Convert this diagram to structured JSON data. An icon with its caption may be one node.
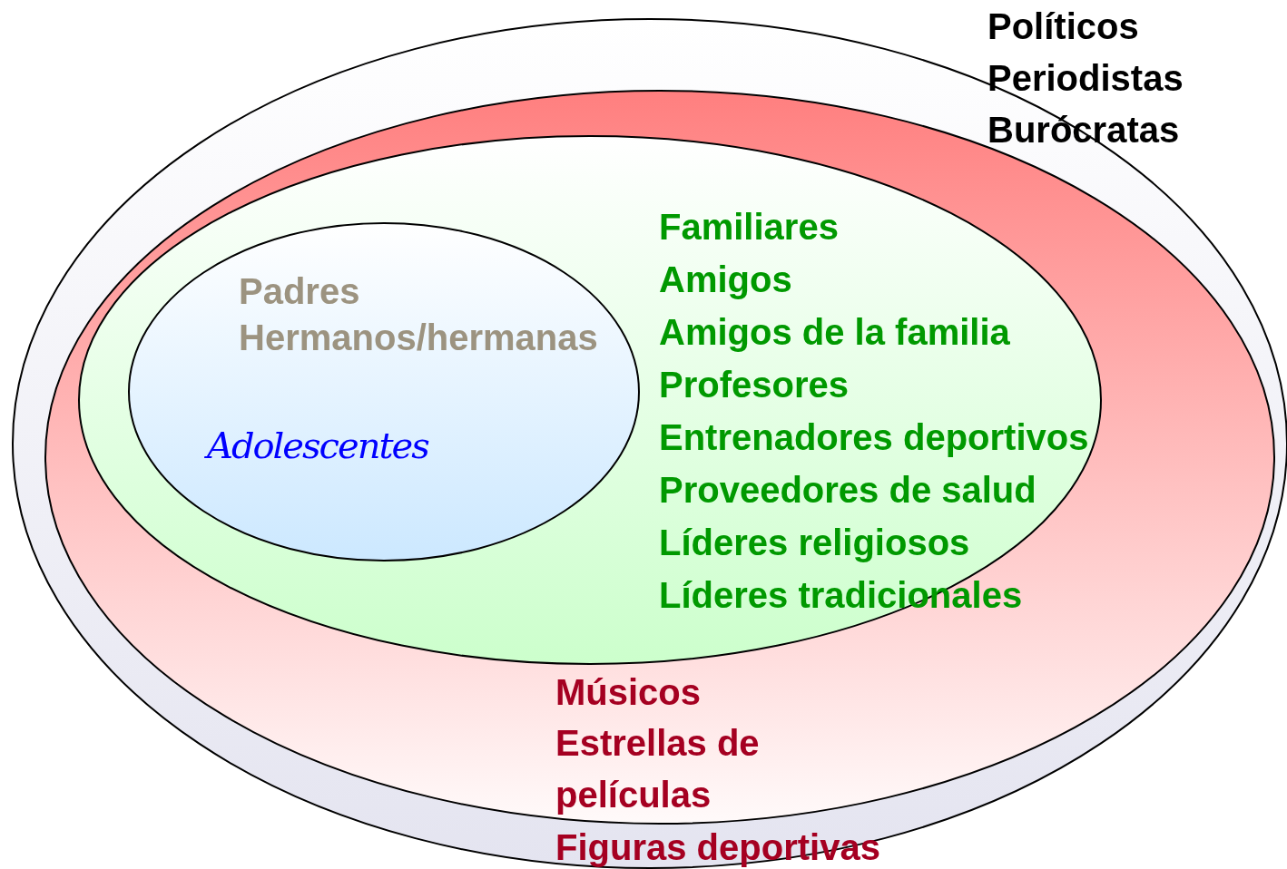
{
  "diagram": {
    "nodes": [
      {
        "text": [
          "Políticos",
          "Periodistas",
          "Burócratas"
        ]
      },
      {
        "text": [
          "Músicos",
          "Estrellas de películas",
          "Figuras deportivas"
        ],
        "in": 0
      },
      {
        "text": [
          "Familiares",
          "Amigos",
          "Amigos de la familia",
          "Profesores",
          "Entrenadores deportivos",
          "Proveedores de salud",
          "Líderes religiosos",
          "Líderes tradicionales"
        ],
        "in": 1
      },
      {
        "text": [
          "Padres",
          "Hermanos/hermanas",
          "Adolescentes"
        ],
        "in": 2
      }
    ]
  }
}
